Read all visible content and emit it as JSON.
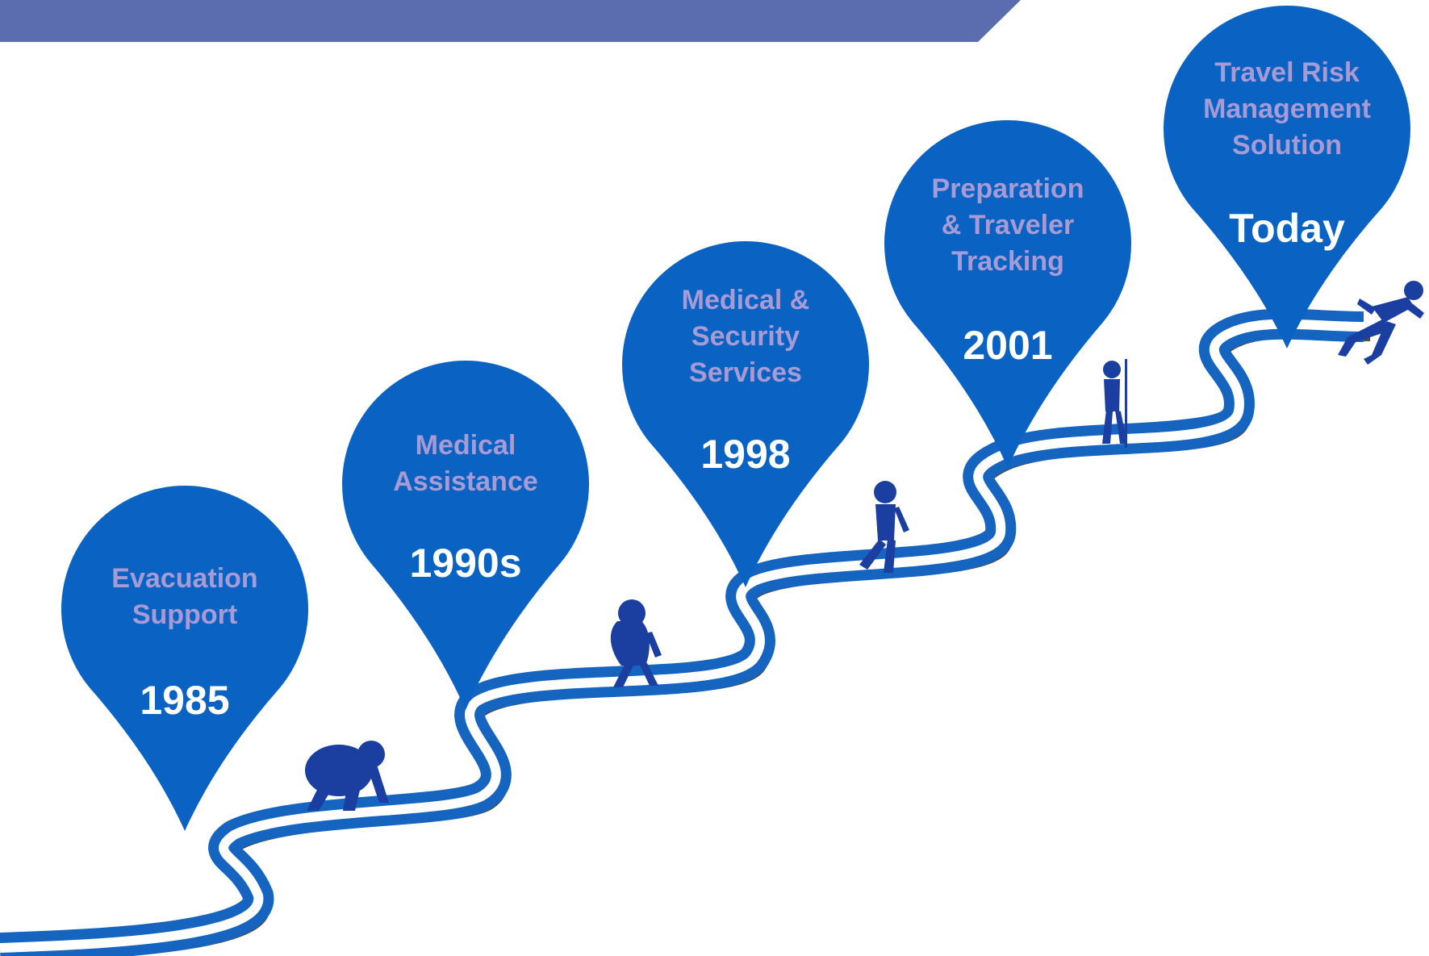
{
  "colors": {
    "header_bar": "#5b6daf",
    "pin": "#0a63c2",
    "road_outer": "#1565c0",
    "road_inner": "#ffffff",
    "road_shadow": "#4a4a4a",
    "label_text": "#a79bd6",
    "year_text": "#ffffff",
    "figure": "#1a3fa0"
  },
  "milestones": [
    {
      "label_lines": [
        "Evacuation",
        "Support"
      ],
      "year": "1985"
    },
    {
      "label_lines": [
        "Medical",
        "Assistance"
      ],
      "year": "1990s"
    },
    {
      "label_lines": [
        "Medical &",
        "Security",
        "Services"
      ],
      "year": "1998"
    },
    {
      "label_lines": [
        "Preparation",
        "& Traveler",
        "Tracking"
      ],
      "year": "2001"
    },
    {
      "label_lines": [
        "Travel Risk",
        "Management",
        "Solution"
      ],
      "year": "Today"
    }
  ],
  "figures": [
    {
      "name": "ape-figure-icon"
    },
    {
      "name": "early-hominid-figure-icon"
    },
    {
      "name": "walking-human-figure-icon"
    },
    {
      "name": "spear-human-figure-icon"
    },
    {
      "name": "running-human-figure-icon"
    }
  ]
}
